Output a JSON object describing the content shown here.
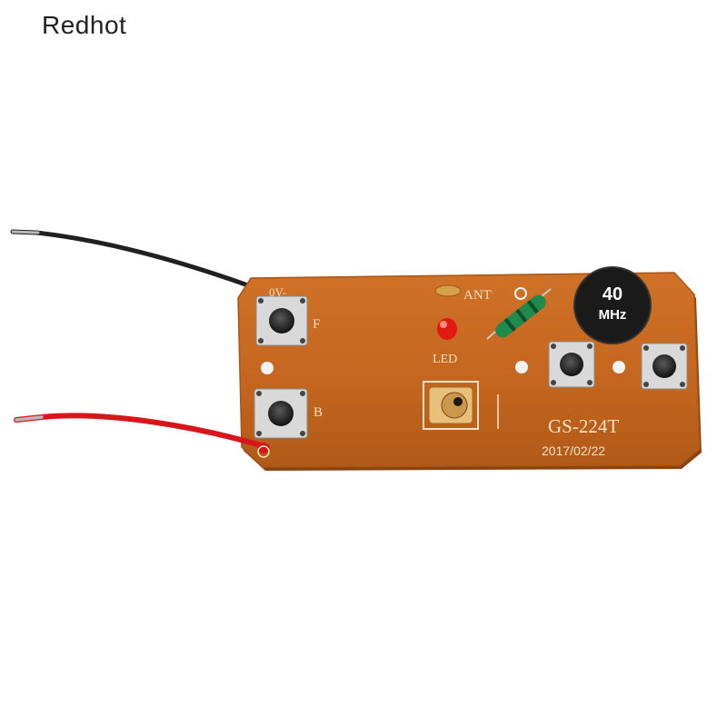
{
  "brand": {
    "name": "Redhot"
  },
  "board": {
    "model": "GS-224T",
    "date": "2017/02/22",
    "labels": {
      "antenna": "ANT",
      "led": "LED",
      "forward": "F",
      "backward": "B",
      "power": "0V-"
    },
    "crystal": {
      "value": "40",
      "unit": "MHz"
    }
  },
  "colors": {
    "pcb": "#c4661f",
    "pcb_shadow": "#8a420f",
    "wire_black": "#202020",
    "wire_red": "#d8151b",
    "crystal": "#1a1a1a",
    "led": "#e11a12",
    "resistor": "#1f8a4c"
  }
}
